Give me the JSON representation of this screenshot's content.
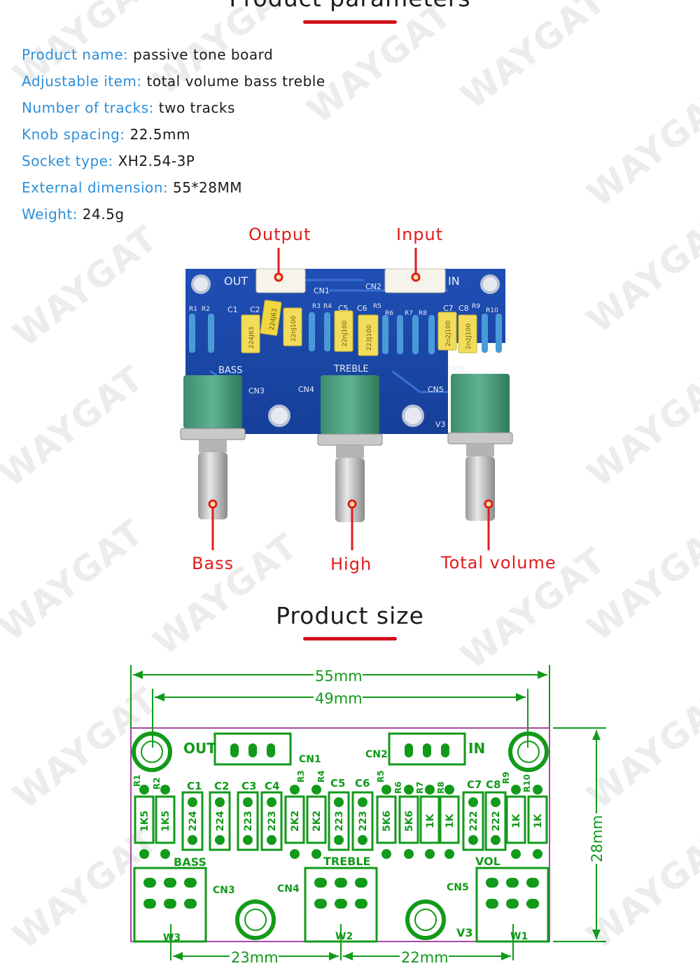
{
  "watermark": "WAYGAT",
  "params": {
    "title": "Product parameters",
    "items": [
      {
        "label": "Product name:",
        "value": "passive tone board"
      },
      {
        "label": "Adjustable item:",
        "value": "total volume bass treble"
      },
      {
        "label": "Number of tracks:",
        "value": "two tracks"
      },
      {
        "label": "Knob spacing:",
        "value": "22.5mm"
      },
      {
        "label": "Socket type:",
        "value": "XH2.54-3P"
      },
      {
        "label": "External dimension:",
        "value": "55*28MM"
      },
      {
        "label": "Weight:",
        "value": "24.5g"
      }
    ]
  },
  "photo": {
    "callouts": {
      "output": "Output",
      "input": "Input",
      "bass": "Bass",
      "high": "High",
      "total": "Total volume"
    },
    "silk": {
      "out": "OUT",
      "in": "IN",
      "cn1": "CN1",
      "cn2": "CN2",
      "cn3": "CN3",
      "cn4": "CN4",
      "cn5": "CN5",
      "bass": "BASS",
      "treble": "TREBLE",
      "vol": "VOL",
      "v3": "V3",
      "c1": "C1",
      "c2": "C2",
      "c5": "C5",
      "c6": "C6",
      "c7": "C7",
      "c8": "C8",
      "r1": "R1",
      "r2": "R2",
      "r3": "R3",
      "r4": "R4",
      "r5": "R5",
      "r6": "R6",
      "r7": "R7",
      "r8": "R8",
      "r9": "R9",
      "r10": "R10",
      "cap1": "224J63",
      "cap2": "224J63",
      "cap3": "22nJ100",
      "cap4": "22nJ100",
      "cap5": "223J100",
      "cap6": "2n2J100",
      "cap7": "2n2J100"
    }
  },
  "size": {
    "title": "Product size",
    "dims": {
      "width": "55mm",
      "inner": "49mm",
      "height": "28mm",
      "left_gap": "23mm",
      "right_gap": "22mm"
    },
    "silk": {
      "out": "OUT",
      "in": "IN",
      "cn1": "CN1",
      "cn2": "CN2",
      "cn3": "CN3",
      "cn4": "CN4",
      "cn5": "CN5",
      "bass": "BASS",
      "treble": "TREBLE",
      "vol": "VOL",
      "v3": "V3",
      "w1": "W1",
      "w2": "W2",
      "w3": "W3",
      "c1": "C1",
      "c2": "C2",
      "c3": "C3",
      "c4": "C4",
      "c5": "C5",
      "c6": "C6",
      "c7": "C7",
      "c8": "C8",
      "r1": "R1",
      "r2": "R2",
      "r3": "R3",
      "r4": "R4",
      "r5": "R5",
      "r6": "R6",
      "r7": "R7",
      "r8": "R8",
      "r9": "R9",
      "r10": "R10"
    },
    "parts": [
      {
        "type": "res",
        "value": "1K5"
      },
      {
        "type": "res",
        "value": "1K5"
      },
      {
        "type": "cap",
        "value": "224"
      },
      {
        "type": "cap",
        "value": "224"
      },
      {
        "type": "cap",
        "value": "223"
      },
      {
        "type": "cap",
        "value": "223"
      },
      {
        "type": "res",
        "value": "2K2"
      },
      {
        "type": "res",
        "value": "2K2"
      },
      {
        "type": "cap",
        "value": "223"
      },
      {
        "type": "cap",
        "value": "223"
      },
      {
        "type": "res",
        "value": "5K6"
      },
      {
        "type": "res",
        "value": "5K6"
      },
      {
        "type": "res",
        "value": "1K"
      },
      {
        "type": "res",
        "value": "1K"
      },
      {
        "type": "cap",
        "value": "222"
      },
      {
        "type": "cap",
        "value": "222"
      },
      {
        "type": "res",
        "value": "1K"
      },
      {
        "type": "res",
        "value": "1K"
      }
    ]
  }
}
